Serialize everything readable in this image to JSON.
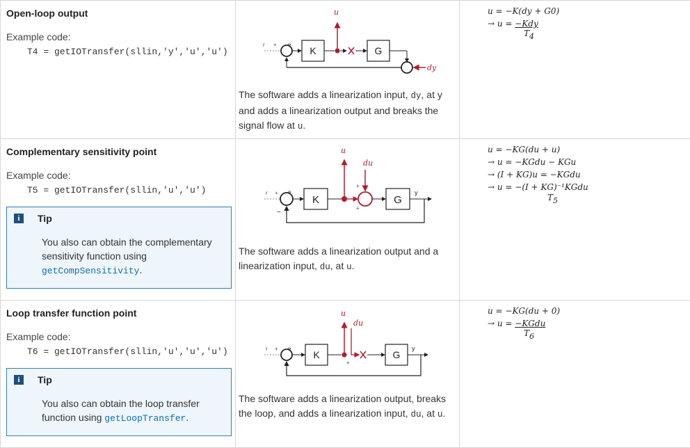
{
  "rows": [
    {
      "title": "Open-loop output",
      "example_label": "Example code:",
      "code": "T4 = getIOTransfer(sllin,'y','u','u')",
      "diagram": {
        "u": "u",
        "K": "K",
        "G": "G",
        "r": "r",
        "plus": "+",
        "e": "e",
        "dy": "dy"
      },
      "desc_pre": "The software adds a linearization input, ",
      "desc_code1": "dy",
      "desc_mid": ", at y and adds a linearization output and breaks the signal flow at ",
      "desc_code2": "u",
      "desc_post": ".",
      "math": {
        "l1": "u = −K(dy + G0)",
        "l2_pre": "→ u = ",
        "l2_num": "−Kdy",
        "l3_sub": "T",
        "l3_idx": "4"
      }
    },
    {
      "title": "Complementary sensitivity point",
      "example_label": "Example code:",
      "code": "T5 = getIOTransfer(sllin,'u','u')",
      "tip_title": "Tip",
      "tip_text": "You also can obtain the complementary sensitivity function using ",
      "tip_code": "getCompSensitivity",
      "tip_post": ".",
      "diagram": {
        "u": "u",
        "du": "du",
        "K": "K",
        "G": "G",
        "r": "r",
        "plus": "+",
        "e": "e",
        "y": "y"
      },
      "desc_pre": "The software adds a linearization output and a linearization input, ",
      "desc_code1": "du",
      "desc_mid": ", at ",
      "desc_code2": "u",
      "desc_post": ".",
      "math": {
        "l1": "u = −KG(du + u)",
        "l2": "→ u = −KGdu − KGu",
        "l3": "→ (I + KG)u = −KGdu",
        "l4": "→ u = −(I + KG)⁻¹KGdu",
        "l5_sub": "T",
        "l5_idx": "5"
      }
    },
    {
      "title": "Loop transfer function point",
      "example_label": "Example code:",
      "code": "T6 = getIOTransfer(sllin,'u','u','u')",
      "tip_title": "Tip",
      "tip_text": "You also can obtain the loop transfer function using ",
      "tip_code": "getLoopTransfer",
      "tip_post": ".",
      "diagram": {
        "u": "u",
        "du": "du",
        "K": "K",
        "G": "G",
        "r": "r",
        "plus": "+",
        "e": "e",
        "y": "y"
      },
      "desc_pre": "The software adds a linearization output, breaks the loop, and adds a linearization input, ",
      "desc_code1": "du",
      "desc_mid": ", at ",
      "desc_code2": "u",
      "desc_post": ".",
      "math": {
        "l1": "u = −KG(du + 0)",
        "l2_pre": "→ u = ",
        "l2_num": "−KGdu",
        "l3_sub": "T",
        "l3_idx": "6"
      }
    }
  ]
}
